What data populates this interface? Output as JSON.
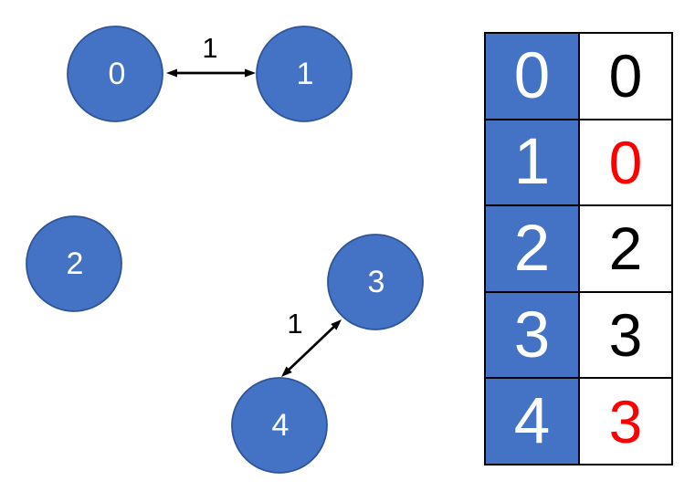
{
  "graph": {
    "nodes": [
      {
        "label": "0"
      },
      {
        "label": "1"
      },
      {
        "label": "2"
      },
      {
        "label": "3"
      },
      {
        "label": "4"
      }
    ],
    "edges": [
      {
        "from": "0",
        "to": "1",
        "weight": "1"
      },
      {
        "from": "3",
        "to": "4",
        "weight": "1"
      }
    ]
  },
  "table": {
    "rows": [
      {
        "index": "0",
        "value": "0",
        "value_color": "black"
      },
      {
        "index": "1",
        "value": "0",
        "value_color": "red"
      },
      {
        "index": "2",
        "value": "2",
        "value_color": "black"
      },
      {
        "index": "3",
        "value": "3",
        "value_color": "black"
      },
      {
        "index": "4",
        "value": "3",
        "value_color": "red"
      }
    ]
  },
  "colors": {
    "node_fill": "#4472C4",
    "node_border": "#2F5597",
    "index_cell_background": "#4472C4",
    "index_text": "#FFFFFF",
    "value_text_black": "#000000",
    "value_text_red": "#FF0000",
    "edge": "#000000",
    "table_border": "#000000",
    "background": "#FFFFFF"
  }
}
